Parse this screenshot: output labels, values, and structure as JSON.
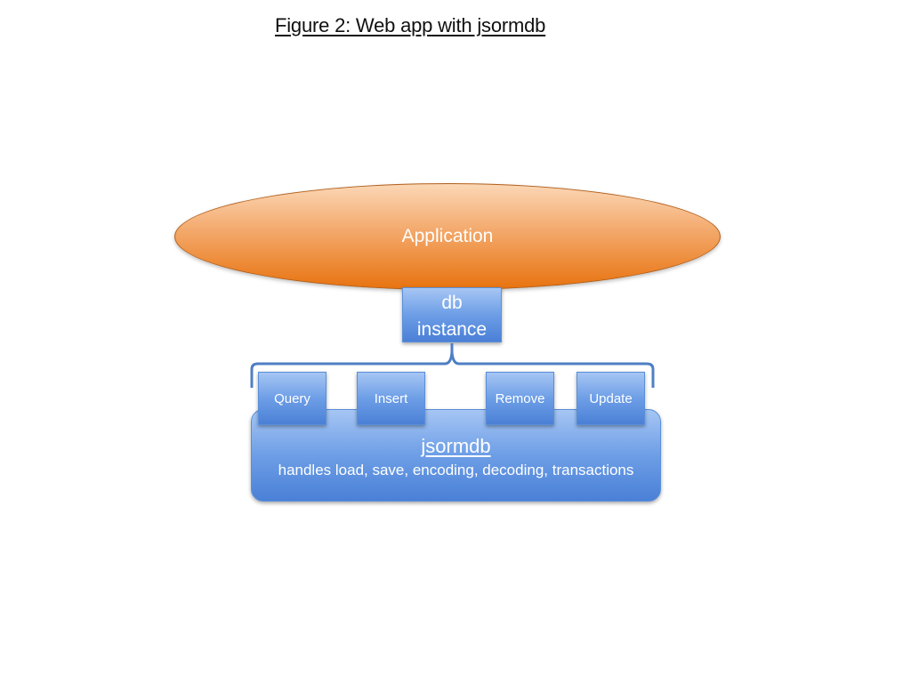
{
  "figure": {
    "title": "Figure 2: Web app with jsormdb"
  },
  "nodes": {
    "application": "Application",
    "db_instance_line1": "db",
    "db_instance_line2": "instance",
    "jsormdb_name": "jsormdb",
    "jsormdb_description": "handles load, save, encoding, decoding, transactions"
  },
  "operations": [
    "Query",
    "Insert",
    "Remove",
    "Update"
  ],
  "colors": {
    "application_fill": "#e8730f",
    "component_fill": "#4a80d6",
    "brace_stroke": "#4f7fc4"
  }
}
